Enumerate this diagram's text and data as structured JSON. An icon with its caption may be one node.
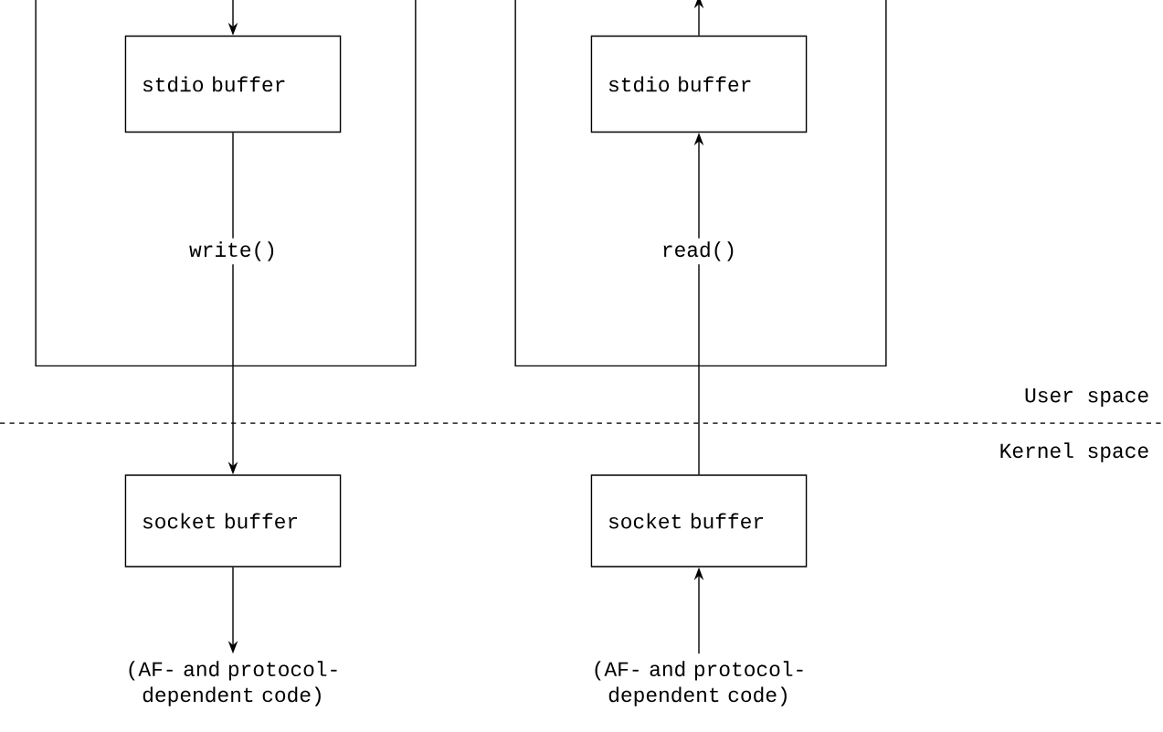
{
  "diagram": {
    "nodes": [
      {
        "text": [],
        "shape": "box"
      },
      {
        "text": [
          "stdio buffer"
        ],
        "in": 0
      },
      {
        "text": [],
        "shape": "box"
      },
      {
        "text": [
          "stdio buffer"
        ],
        "in": 2
      },
      {
        "text": [
          "socket buffer"
        ]
      },
      {
        "text": [
          "socket buffer"
        ]
      },
      {
        "text": [
          "(AF- and protocol- dependent code)"
        ]
      },
      {
        "text": [
          "(AF- and protocol- dependent code)"
        ]
      }
    ],
    "edges": [
      {
        "from": null,
        "to": 1,
        "arrow": "to"
      },
      {
        "from": 1,
        "to": 4,
        "arrow": "to",
        "label": "write()"
      },
      {
        "from": 3,
        "to": null,
        "arrow": "to"
      },
      {
        "from": 5,
        "to": 3,
        "arrow": "to",
        "label": "read()"
      },
      {
        "from": 4,
        "to": 6,
        "arrow": "to"
      },
      {
        "from": 7,
        "to": 5,
        "arrow": "to"
      }
    ],
    "labels": [
      "User space",
      "Kernel space"
    ]
  }
}
